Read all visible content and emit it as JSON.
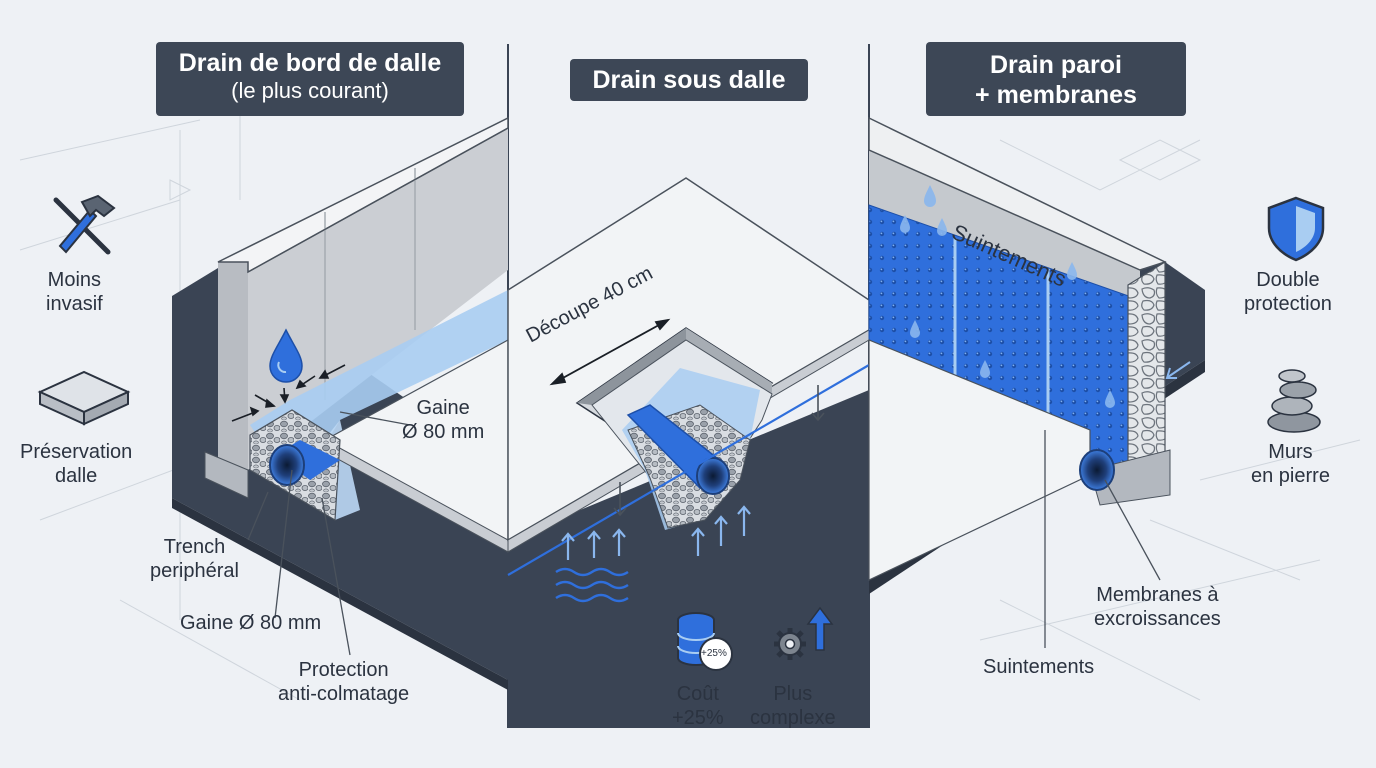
{
  "panels": [
    {
      "title": "Drain de bord de dalle",
      "subtitle": "(le plus courant)"
    },
    {
      "title": "Drain sous dalle",
      "subtitle": ""
    },
    {
      "title": "Drain paroi",
      "subtitle": "+ membranes"
    }
  ],
  "panel1": {
    "labels": {
      "gaine_side": {
        "line1": "Gaine",
        "line2": "Ø 80 mm"
      },
      "trench": {
        "line1": "Trench",
        "line2": "periphéral"
      },
      "gaine": "Gaine Ø 80 mm",
      "protection": {
        "line1": "Protection",
        "line2": "anti-colmatage"
      }
    }
  },
  "panel2": {
    "labels": {
      "decoupe": "Découpe 40 cm",
      "cout": {
        "line1": "Coût",
        "line2": "+25%"
      },
      "badge": "+25%",
      "complexe": {
        "line1": "Plus",
        "line2": "complexe"
      }
    }
  },
  "panel3": {
    "labels": {
      "suintements_wall": "Suintements",
      "membranes": {
        "line1": "Membranes à",
        "line2": "excroissances"
      },
      "suintements": "Suintements"
    }
  },
  "benefits": {
    "moins_invasif": {
      "line1": "Moins",
      "line2": "invasif",
      "icon": "hammer-wrench-icon"
    },
    "preservation": {
      "line1": "Préservation",
      "line2": "dalle",
      "icon": "slab-icon"
    },
    "double_protection": {
      "line1": "Double",
      "line2": "protection",
      "icon": "shield-icon"
    },
    "murs_pierre": {
      "line1": "Murs",
      "line2": "en pierre",
      "icon": "stones-icon"
    }
  },
  "colors": {
    "accent_blue": "#2f6fdc",
    "light_blue": "#a9cdf2",
    "dark_ground": "#3a4454",
    "title_bg": "#3d4756"
  }
}
